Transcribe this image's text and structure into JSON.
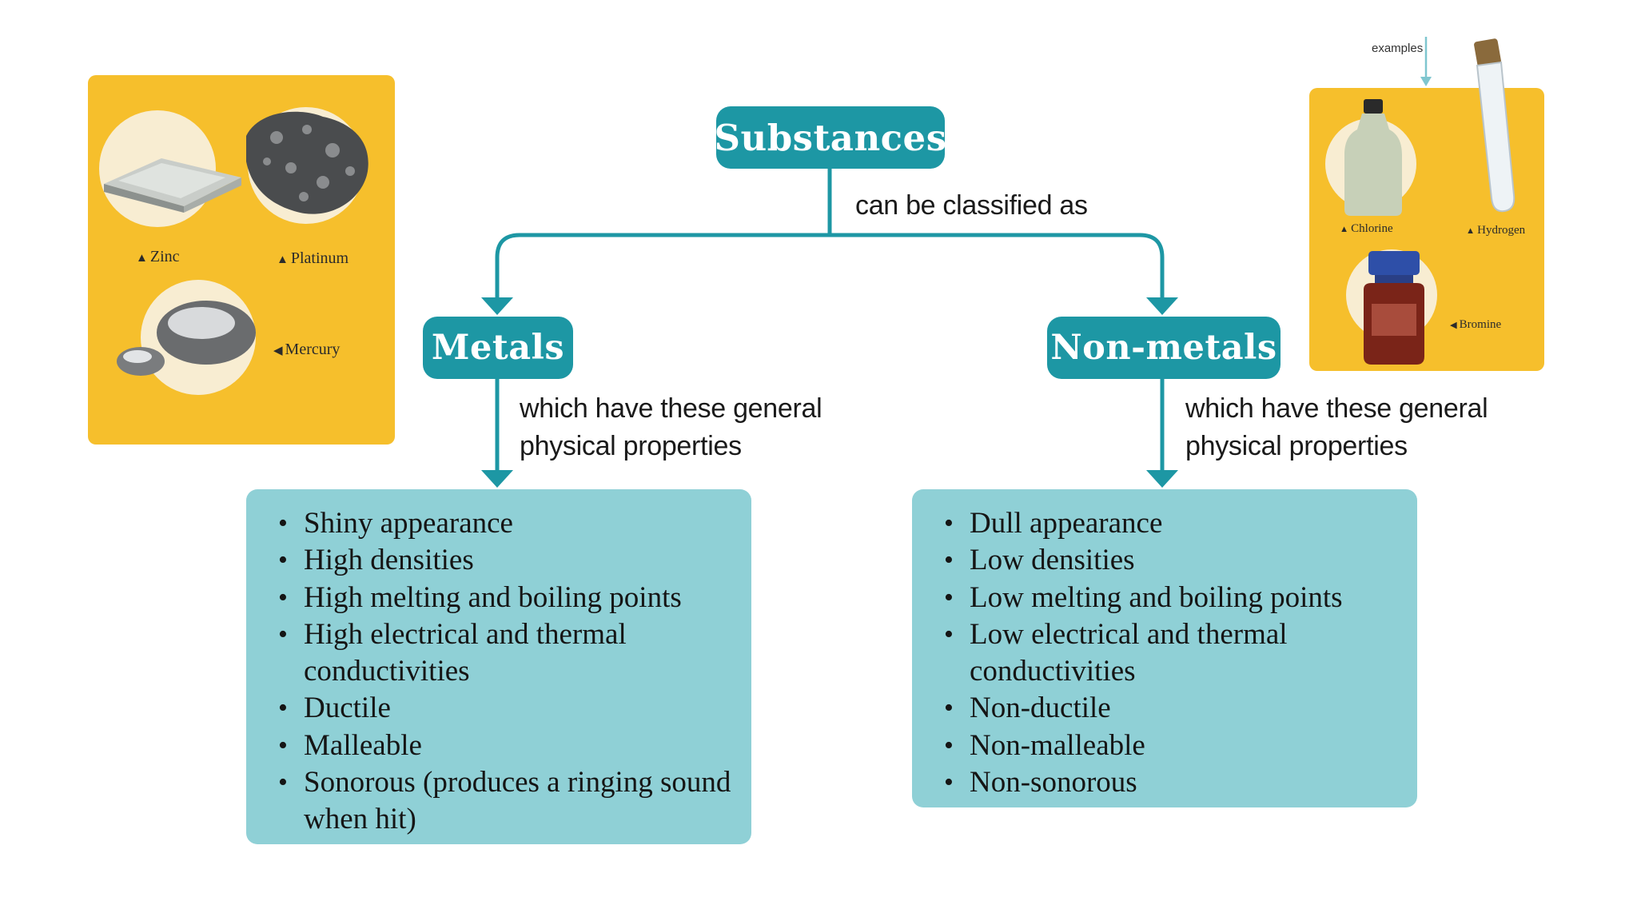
{
  "diagram": {
    "root": {
      "label": "Substances"
    },
    "root_edge_label": "can be classified as",
    "branches": [
      {
        "label": "Metals",
        "edge_label_lines": [
          "which have these general",
          "physical properties"
        ],
        "properties": [
          "Shiny appearance",
          "High densities",
          "High melting and boiling points",
          "High electrical and thermal conductivities",
          "Ductile",
          "Malleable",
          "Sonorous (produces a ringing sound when hit)"
        ]
      },
      {
        "label": "Non-metals",
        "edge_label_lines": [
          "which have these general",
          "physical properties"
        ],
        "properties": [
          "Dull appearance",
          "Low densities",
          "Low melting and boiling points",
          "Low electrical and thermal conductivities",
          "Non-ductile",
          "Non-malleable",
          "Non-sonorous"
        ]
      }
    ]
  },
  "metal_examples": {
    "captions": [
      "Zinc",
      "Platinum",
      "Mercury"
    ]
  },
  "nonmetal_examples": {
    "pointer_label": "examples",
    "captions": [
      "Chlorine",
      "Hydrogen",
      "Bromine"
    ]
  },
  "colors": {
    "node_fill": "#1d97a4",
    "connector": "#1d97a4",
    "property_box": "#8fd0d6",
    "example_panel": "#f6bf2c"
  }
}
